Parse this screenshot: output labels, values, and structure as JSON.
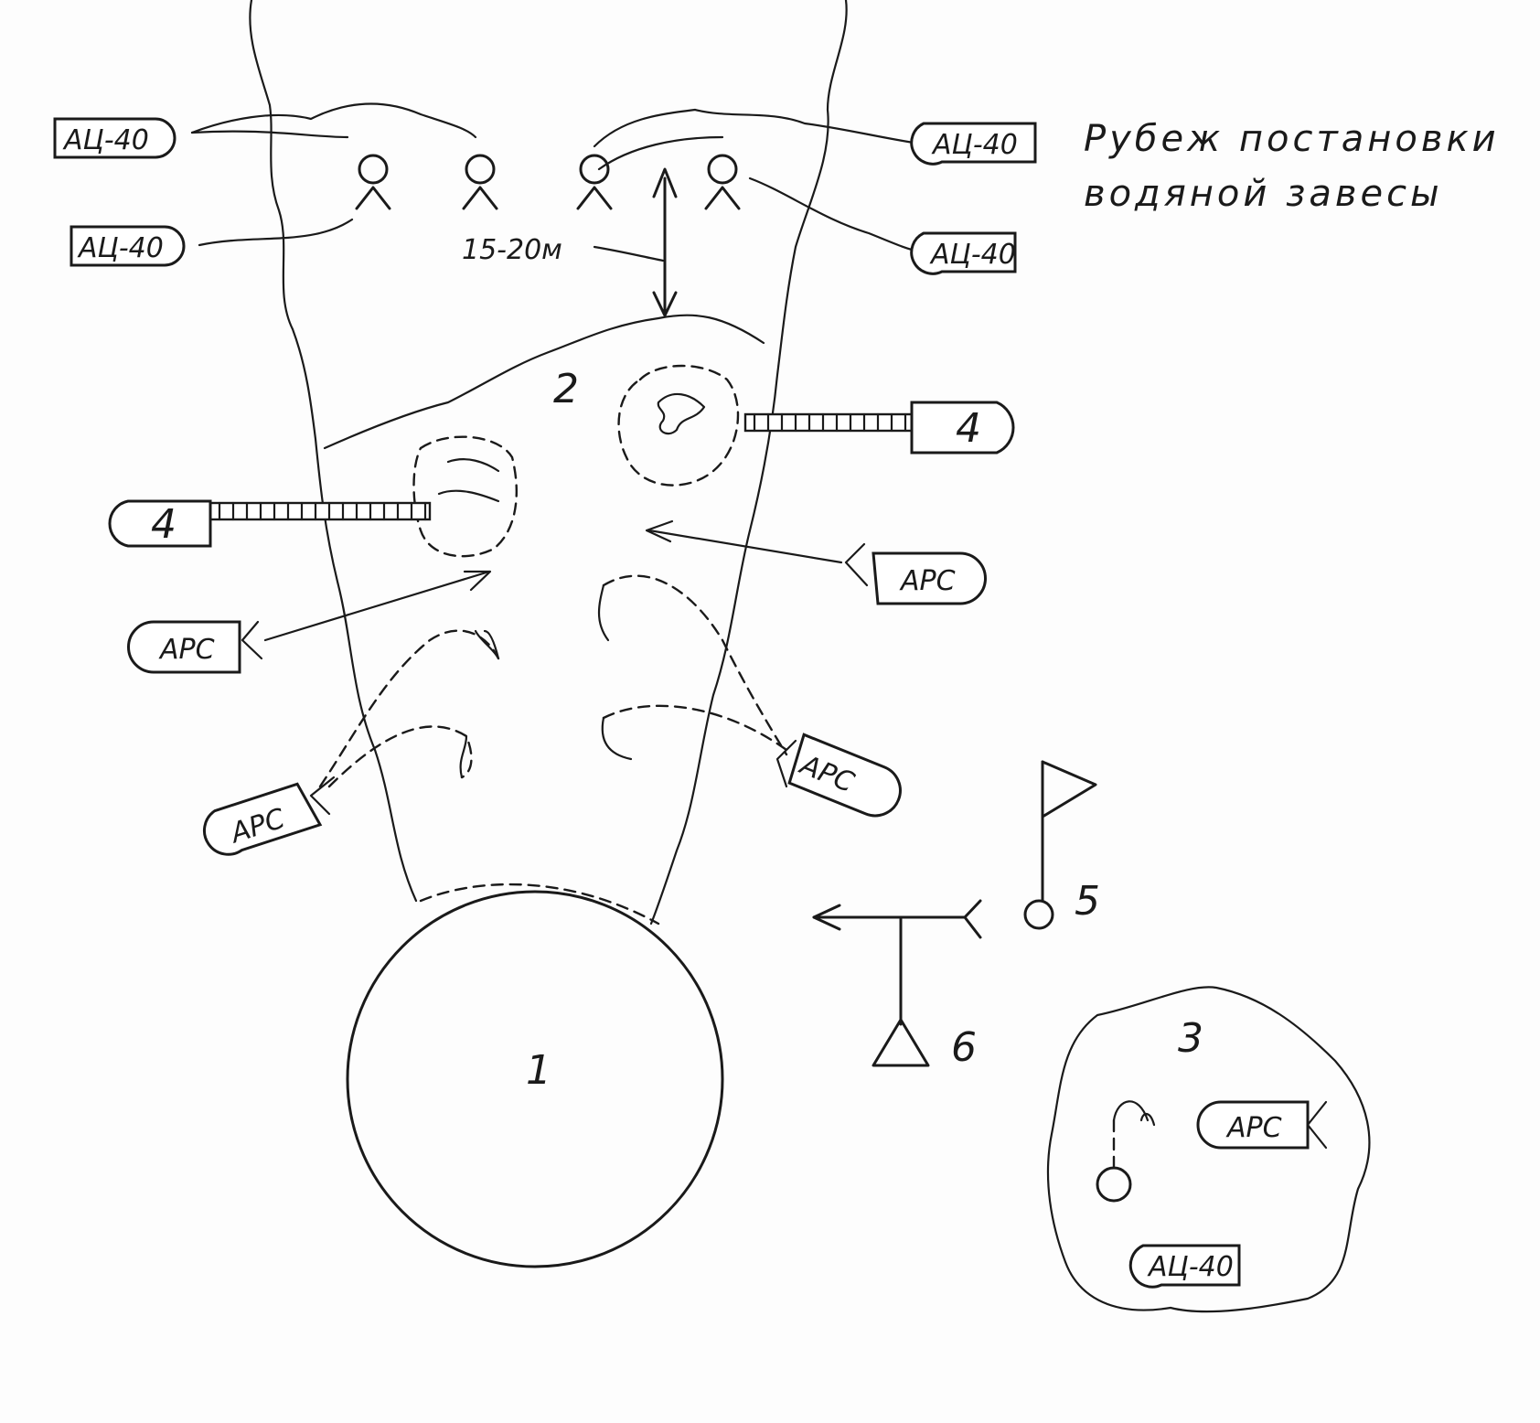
{
  "caption": {
    "line1": "Рубеж постановки",
    "line2": "водяной завесы"
  },
  "distance_label": "15-20м",
  "vehicles": {
    "ac40": "АЦ-40",
    "ars": "АРС",
    "ladder_truck": "4"
  },
  "markers": {
    "tank": "1",
    "spill_zone": "2",
    "reserve_area": "3",
    "ladder_a": "4",
    "ladder_b": "4",
    "headquarters": "5",
    "observation_post": "6"
  }
}
